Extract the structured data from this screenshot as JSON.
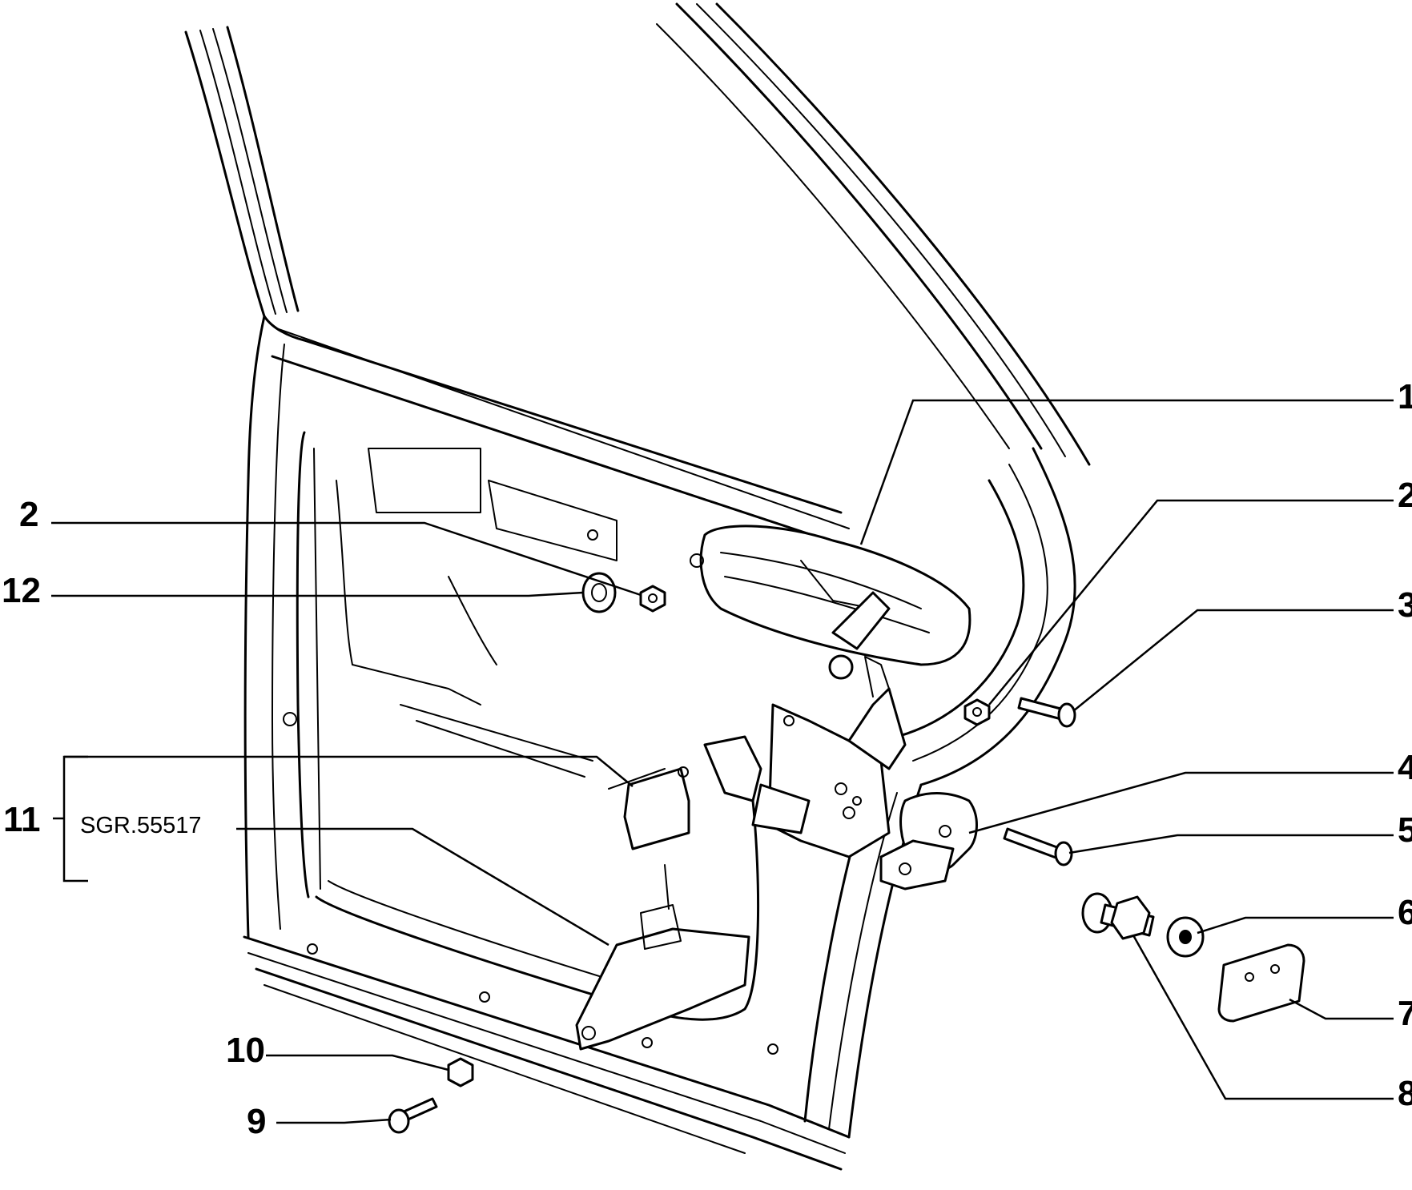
{
  "drawing_code": "SGR.55517",
  "callouts": [
    {
      "id": "c1",
      "label": "1"
    },
    {
      "id": "c2r",
      "label": "2"
    },
    {
      "id": "c3",
      "label": "3"
    },
    {
      "id": "c4",
      "label": "4"
    },
    {
      "id": "c5",
      "label": "5"
    },
    {
      "id": "c6",
      "label": "6"
    },
    {
      "id": "c7",
      "label": "7"
    },
    {
      "id": "c8",
      "label": "8"
    },
    {
      "id": "c2l",
      "label": "2"
    },
    {
      "id": "c12",
      "label": "12"
    },
    {
      "id": "c11",
      "label": "11"
    },
    {
      "id": "c10",
      "label": "10"
    },
    {
      "id": "c9",
      "label": "9"
    }
  ]
}
